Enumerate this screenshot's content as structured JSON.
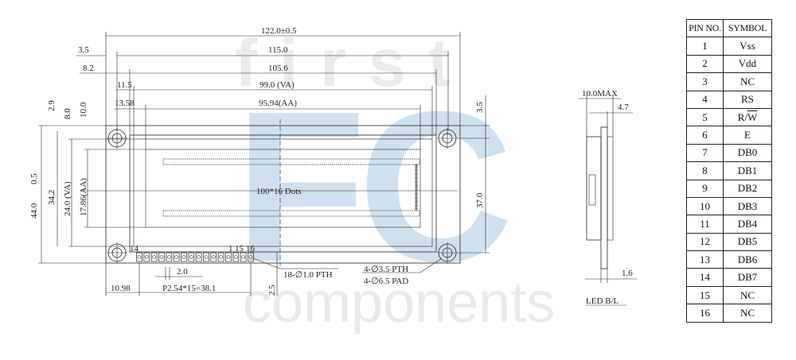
{
  "watermark": {
    "word_top": "first",
    "letters": "FC",
    "word_bottom": "components"
  },
  "dimensions": {
    "overall_width": "122.0±0.5",
    "d115": "115.0",
    "d105": "105.6",
    "va_width": "99.0 (VA)",
    "aa_width": "95.94(AA)",
    "d3_5": "3.5",
    "d8_2": "8.2",
    "d11_5": "11.5",
    "d13_58": "13.58",
    "d2_9": "2.9",
    "d8_0": "8.0",
    "d10_0": "10.0",
    "d44": "44.0",
    "d0_5": "0.5",
    "d34_2": "34.2",
    "va_height": "24.0 (VA)",
    "aa_height": "17.86(AA)",
    "right_3_5": "3.5",
    "d37": "37.0",
    "pin_pitch": "2.0",
    "pin_span": "P2.54*15=38.1",
    "d10_98": "10.98",
    "d2_5": "2.5",
    "dots": "100*16 Dots",
    "pin_1": "1",
    "pin_14": "14",
    "pin_15": "15",
    "pin_16": "16",
    "pth_holes": "18-∅1.0 PTH",
    "mount_pth": "4-∅3.5 PTH",
    "mount_pad": "4-∅6.5 PAD",
    "side_max": "10.0MAX",
    "side_4_7": "4.7",
    "side_1_6": "1.6",
    "backlight": "LED B/L"
  },
  "pin_table": {
    "header_pin": "PIN NO.",
    "header_symbol": "SYMBOL",
    "rows": [
      {
        "pin": "1",
        "symbol": "Vss"
      },
      {
        "pin": "2",
        "symbol": "Vdd"
      },
      {
        "pin": "3",
        "symbol": "NC"
      },
      {
        "pin": "4",
        "symbol": "RS"
      },
      {
        "pin": "5",
        "symbol": "R/",
        "symbol_bar": "W"
      },
      {
        "pin": "6",
        "symbol": "E"
      },
      {
        "pin": "7",
        "symbol": "DB0"
      },
      {
        "pin": "8",
        "symbol": "DB1"
      },
      {
        "pin": "9",
        "symbol": "DB2"
      },
      {
        "pin": "10",
        "symbol": "DB3"
      },
      {
        "pin": "11",
        "symbol": "DB4"
      },
      {
        "pin": "12",
        "symbol": "DB5"
      },
      {
        "pin": "13",
        "symbol": "DB6"
      },
      {
        "pin": "14",
        "symbol": "DB7"
      },
      {
        "pin": "15",
        "symbol": "NC"
      },
      {
        "pin": "16",
        "symbol": "NC"
      }
    ]
  }
}
